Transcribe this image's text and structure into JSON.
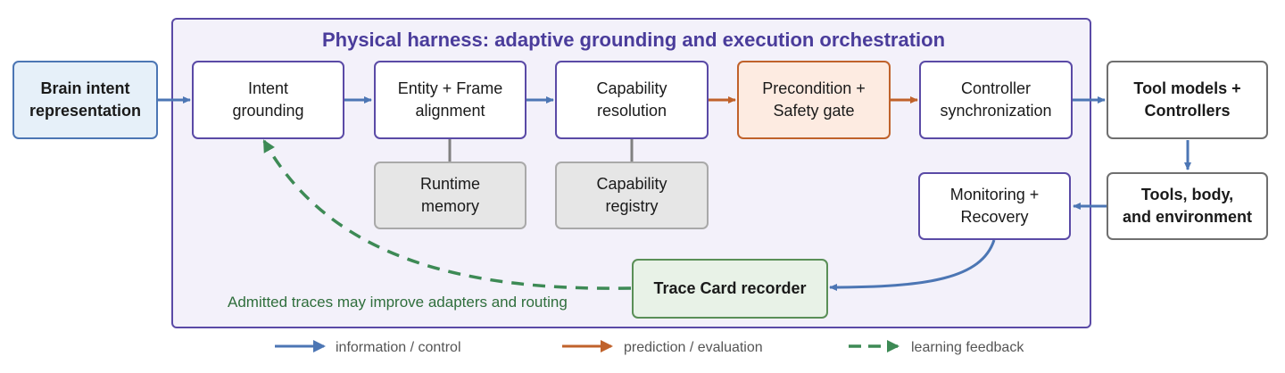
{
  "harness": {
    "title": "Physical harness: adaptive grounding and execution orchestration"
  },
  "nodes": {
    "brain_intent": "Brain intent\nrepresentation",
    "intent_grounding": "Intent\ngrounding",
    "entity_frame": "Entity + Frame\nalignment",
    "capability_resolution": "Capability\nresolution",
    "precondition_safety": "Precondition +\nSafety gate",
    "controller_sync": "Controller\nsynchronization",
    "tool_models": "Tool models +\nControllers",
    "runtime_memory": "Runtime\nmemory",
    "capability_registry": "Capability\nregistry",
    "monitoring_recovery": "Monitoring +\nRecovery",
    "tools_body_env": "Tools, body,\nand environment",
    "trace_card": "Trace Card recorder"
  },
  "feedback_note": "Admitted traces may improve adapters and routing",
  "legend": [
    {
      "label": "information / control",
      "color": "#4c76b4",
      "style": "solid"
    },
    {
      "label": "prediction / evaluation",
      "color": "#c0622b",
      "style": "solid"
    },
    {
      "label": "learning feedback",
      "color": "#3d8a55",
      "style": "dashed"
    }
  ],
  "colors": {
    "harness_border": "#5a4aa6",
    "harness_fill": "#f3f1fa",
    "control_arrow": "#4c76b4",
    "evaluation_arrow": "#c0622b",
    "feedback_arrow": "#3d8a55",
    "connector": "#808080"
  }
}
